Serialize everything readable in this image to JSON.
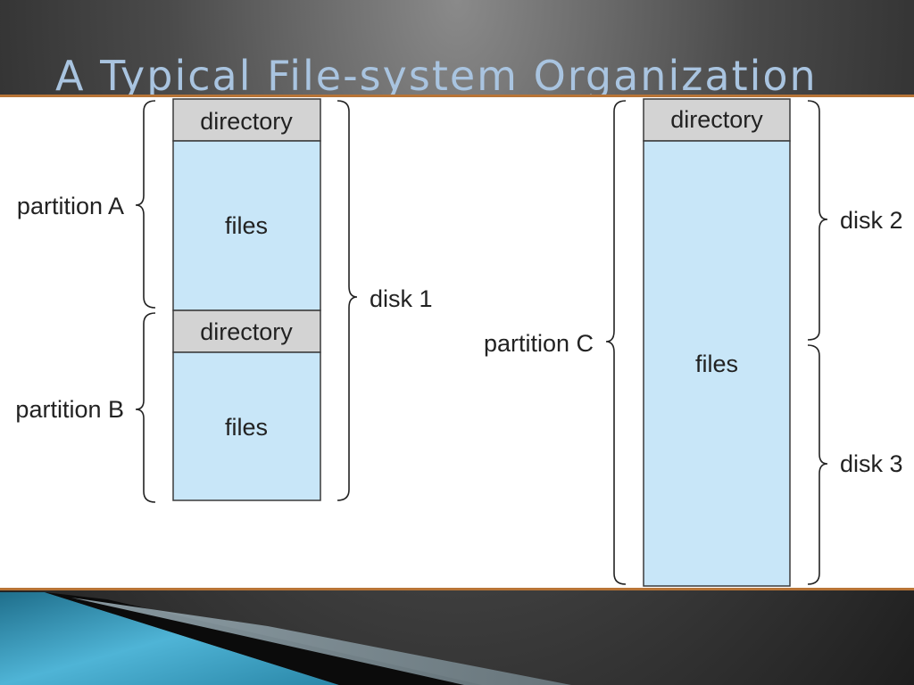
{
  "slide": {
    "title": "A Typical File-system Organization"
  },
  "diagram": {
    "disk1_stack": {
      "partition_a": {
        "directory_label": "directory",
        "files_label": "files"
      },
      "partition_b": {
        "directory_label": "directory",
        "files_label": "files"
      }
    },
    "disk23_stack": {
      "partition_c": {
        "directory_label": "directory",
        "files_label": "files"
      }
    },
    "labels": {
      "partition_a": "partition A",
      "partition_b": "partition B",
      "partition_c": "partition C",
      "disk_1": "disk 1",
      "disk_2": "disk 2",
      "disk_3": "disk 3"
    }
  },
  "theme": {
    "directory_fill": "#d3d3d3",
    "files_fill": "#c8e6f8",
    "title_color": "#a9c4e0",
    "rule_color": "#b87436"
  }
}
